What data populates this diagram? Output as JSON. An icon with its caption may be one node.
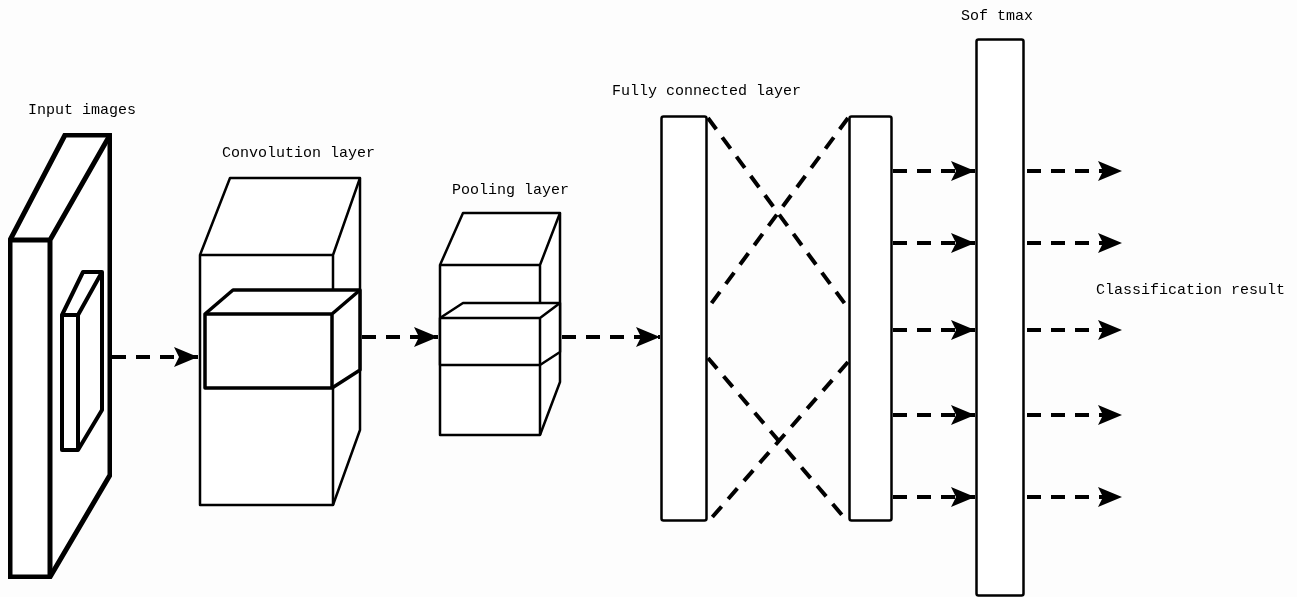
{
  "diagram": {
    "nodes": [
      {
        "text": [
          "Input images"
        ]
      },
      {
        "text": [
          "Convolution layer"
        ]
      },
      {
        "text": [
          "Pooling layer"
        ]
      },
      {
        "text": [
          "Fully connected layer"
        ]
      },
      {
        "text": [],
        "shape": "bar"
      },
      {
        "text": [
          "Sof tmax"
        ]
      }
    ],
    "edges": [
      {
        "from": 0,
        "to": 1,
        "arrow": "to",
        "style": "dashed"
      },
      {
        "from": 1,
        "to": 2,
        "arrow": "to",
        "style": "dashed"
      },
      {
        "from": 2,
        "to": 3,
        "arrow": "to",
        "style": "dashed"
      },
      {
        "from": 3,
        "to": 4,
        "arrow": "none",
        "style": "dashed"
      },
      {
        "from": 4,
        "to": 3,
        "arrow": "none",
        "style": "dashed"
      },
      {
        "from": 3,
        "to": 4,
        "arrow": "none",
        "style": "dashed"
      },
      {
        "from": 4,
        "to": 3,
        "arrow": "none",
        "style": "dashed"
      },
      {
        "from": 4,
        "to": 5,
        "arrow": "to",
        "style": "dashed"
      },
      {
        "from": 4,
        "to": 5,
        "arrow": "to",
        "style": "dashed"
      },
      {
        "from": 4,
        "to": 5,
        "arrow": "to",
        "style": "dashed"
      },
      {
        "from": 4,
        "to": 5,
        "arrow": "to",
        "style": "dashed"
      },
      {
        "from": 4,
        "to": 5,
        "arrow": "to",
        "style": "dashed"
      },
      {
        "from": 5,
        "to": null,
        "arrow": "to",
        "style": "dashed"
      },
      {
        "from": 5,
        "to": null,
        "arrow": "to",
        "style": "dashed"
      },
      {
        "from": 5,
        "to": null,
        "arrow": "to",
        "style": "dashed"
      },
      {
        "from": 5,
        "to": null,
        "arrow": "to",
        "style": "dashed"
      },
      {
        "from": 5,
        "to": null,
        "arrow": "to",
        "style": "dashed"
      }
    ],
    "labels": [
      "Classification result"
    ]
  }
}
